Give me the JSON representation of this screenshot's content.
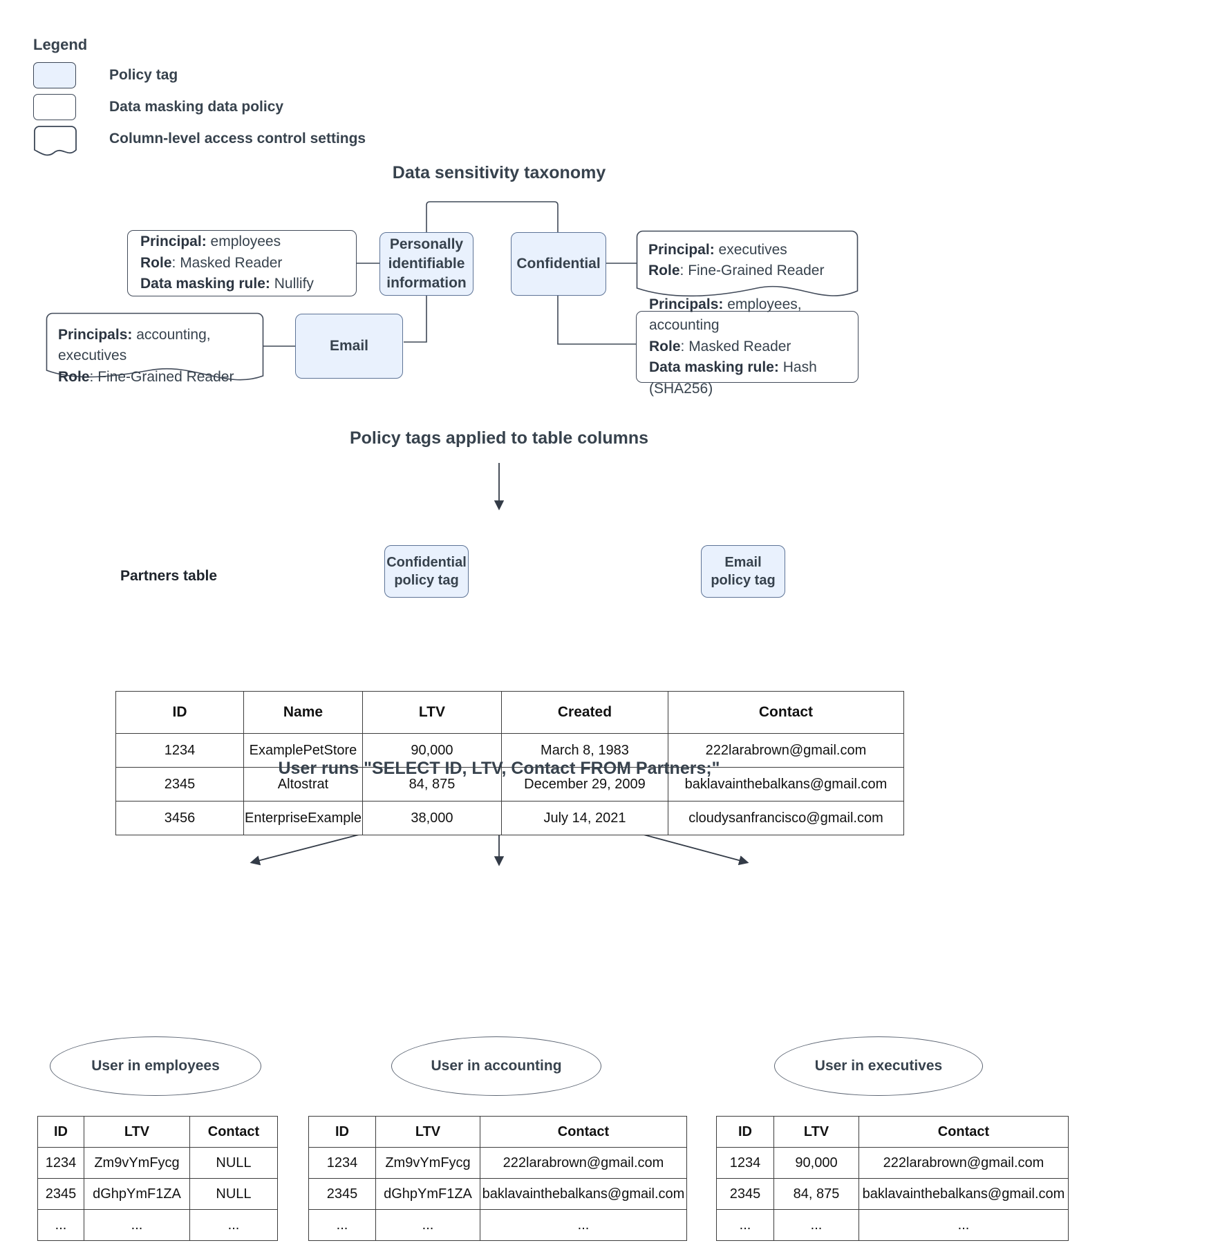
{
  "legend": {
    "title": "Legend",
    "items": [
      {
        "key": "policy-tag",
        "label": "Policy tag"
      },
      {
        "key": "data-masking-policy",
        "label": "Data masking data policy"
      },
      {
        "key": "column-level-access",
        "label": "Column-level access control settings"
      }
    ]
  },
  "colors": {
    "policy_tag_fill": "#e9f1fd",
    "policy_tag_stroke": "#5d7396",
    "box_stroke": "#414a59",
    "text": "#37424d"
  },
  "taxonomy": {
    "title": "Data sensitivity taxonomy",
    "tags": {
      "pii": "Personally identifiable information",
      "confidential": "Confidential",
      "email": "Email"
    },
    "policies": {
      "pii_masking": {
        "principal_label": "Principal:",
        "principal_value": "employees",
        "role_label": "Role",
        "role_value": "Masked Reader",
        "rule_label": "Data masking rule:",
        "rule_value": "Nullify"
      },
      "email_access": {
        "principal_label": "Principals:",
        "principal_value": "accounting, executives",
        "role_label": "Role",
        "role_value": "Fine-Grained Reader"
      },
      "confidential_access": {
        "principal_label": "Principal:",
        "principal_value": "executives",
        "role_label": "Role",
        "role_value": "Fine-Grained Reader"
      },
      "confidential_masking": {
        "principal_label": "Principals:",
        "principal_value": "employees, accounting",
        "role_label": "Role",
        "role_value": "Masked Reader",
        "rule_label": "Data masking rule:",
        "rule_value": "Hash (SHA256)"
      }
    }
  },
  "applied": {
    "title": "Policy tags applied to table columns",
    "table_caption": "Partners table",
    "tag_callouts": [
      {
        "line1": "Confidential",
        "line2": "policy tag"
      },
      {
        "line1": "Email",
        "line2": "policy tag"
      }
    ],
    "partners_table": {
      "columns": [
        "ID",
        "Name",
        "LTV",
        "Created",
        "Contact"
      ],
      "rows": [
        [
          "1234",
          "ExamplePetStore",
          "90,000",
          "March 8, 1983",
          "222larabrown@gmail.com"
        ],
        [
          "2345",
          "Altostrat",
          "84, 875",
          "December 29, 2009",
          "baklavainthebalkans@gmail.com"
        ],
        [
          "3456",
          "EnterpriseExample",
          "38,000",
          "July 14, 2021",
          "cloudysanfrancisco@gmail.com"
        ]
      ]
    }
  },
  "query": {
    "title": "User runs \"SELECT ID, LTV, Contact FROM Partners;\"",
    "results": [
      {
        "persona": "User in employees",
        "columns": [
          "ID",
          "LTV",
          "Contact"
        ],
        "rows": [
          [
            "1234",
            "Zm9vYmFycg",
            "NULL"
          ],
          [
            "2345",
            "dGhpYmF1ZA",
            "NULL"
          ],
          [
            "...",
            "...",
            "..."
          ]
        ]
      },
      {
        "persona": "User in accounting",
        "columns": [
          "ID",
          "LTV",
          "Contact"
        ],
        "rows": [
          [
            "1234",
            "Zm9vYmFycg",
            "222larabrown@gmail.com"
          ],
          [
            "2345",
            "dGhpYmF1ZA",
            "baklavainthebalkans@gmail.com"
          ],
          [
            "...",
            "...",
            "..."
          ]
        ]
      },
      {
        "persona": "User in executives",
        "columns": [
          "ID",
          "LTV",
          "Contact"
        ],
        "rows": [
          [
            "1234",
            "90,000",
            "222larabrown@gmail.com"
          ],
          [
            "2345",
            "84, 875",
            "baklavainthebalkans@gmail.com"
          ],
          [
            "...",
            "...",
            "..."
          ]
        ]
      }
    ]
  }
}
